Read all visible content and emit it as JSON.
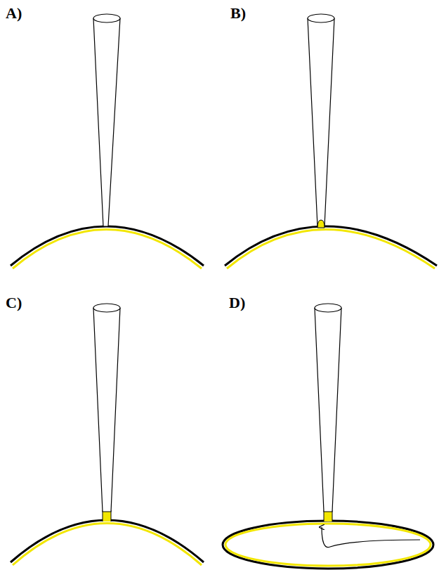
{
  "diagram": {
    "labels": [
      "A)",
      "B)",
      "C)",
      "D)"
    ]
  }
}
